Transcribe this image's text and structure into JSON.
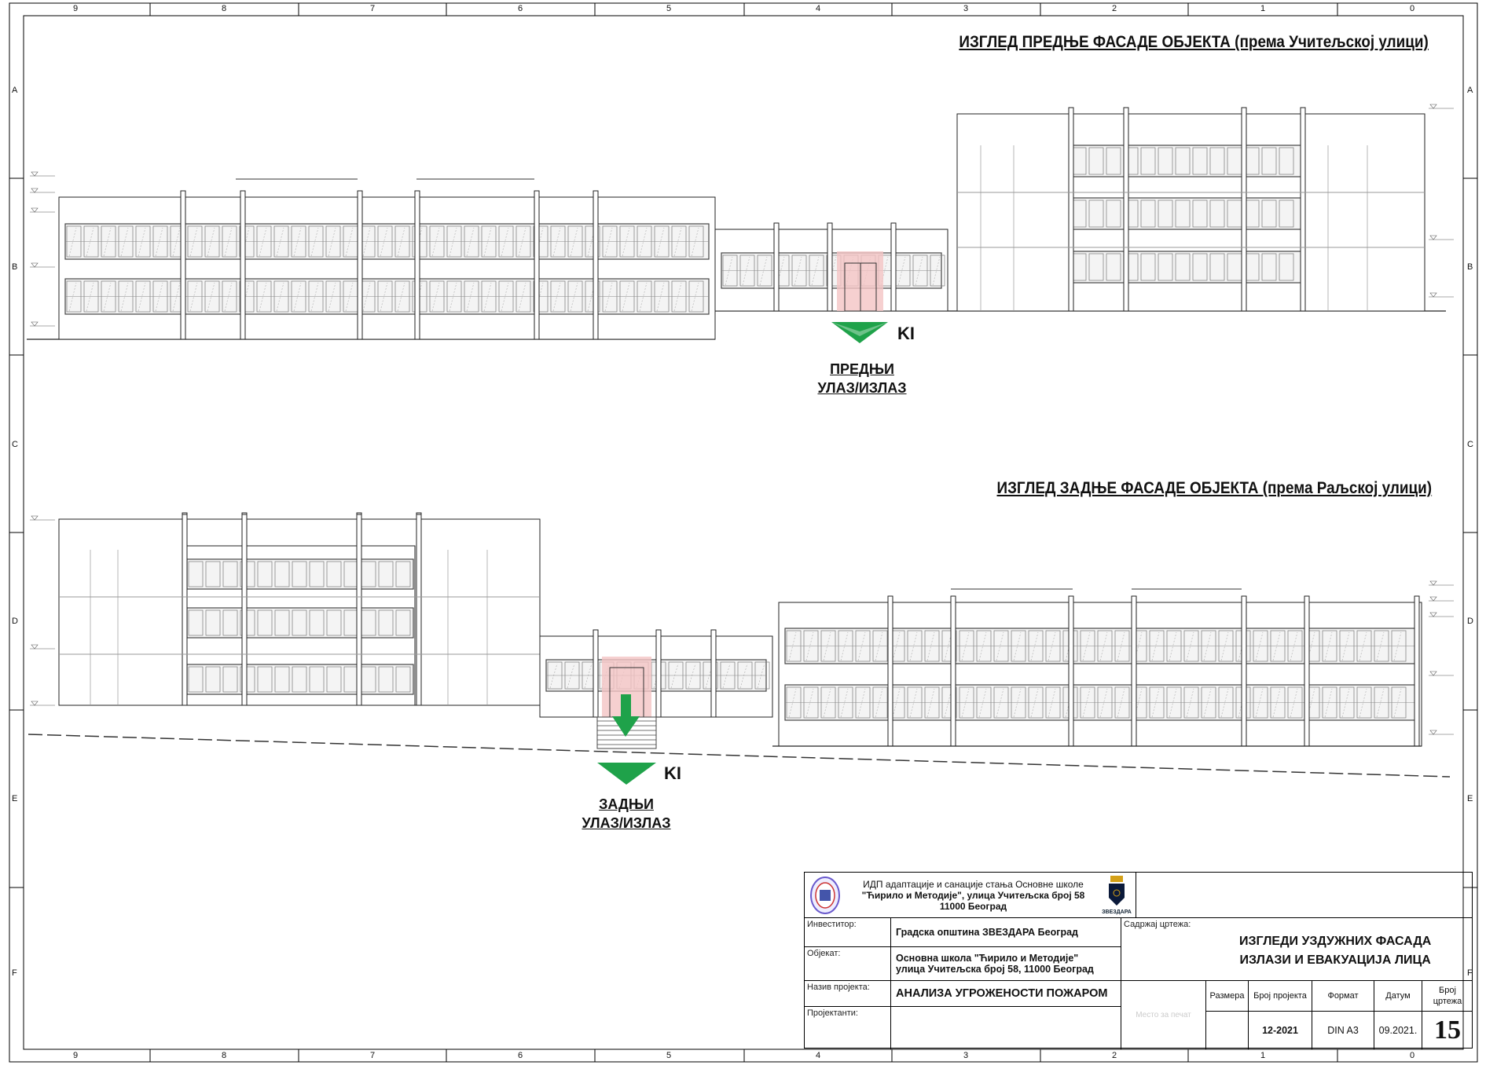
{
  "grid": {
    "columns": [
      "9",
      "8",
      "7",
      "6",
      "5",
      "4",
      "3",
      "2",
      "1",
      "0"
    ],
    "rows": [
      "A",
      "B",
      "C",
      "D",
      "E",
      "F"
    ]
  },
  "front_facade": {
    "title": "ИЗГЛЕД ПРЕДЊЕ ФАСАДЕ ОБЈЕКТА (према Учитељској улици)",
    "exit_marker": "KI",
    "exit_label_line1": "ПРЕДЊИ",
    "exit_label_line2": "УЛАЗ/ИЗЛАЗ"
  },
  "rear_facade": {
    "title": "ИЗГЛЕД ЗАДЊЕ ФАСАДЕ ОБЈЕКТА (према Раљској улици)",
    "exit_marker": "KI",
    "exit_label_line1": "ЗАДЊИ",
    "exit_label_line2": "УЛАЗ/ИЗЛАЗ"
  },
  "title_block": {
    "header_line1": "ИДП адаптације и санације стања Основне школе",
    "header_line2": "\"Ћирило и Методије\", улица Учитељска број 58",
    "header_line3": "11000 Београд",
    "municipality_logo_text": "ЗВЕЗДАРА",
    "investor_label": "Инвеститор:",
    "investor_value": "Градска општина ЗВЕЗДАРА Београд",
    "object_label": "Објекат:",
    "object_value_line1": "Основна школа \"Ћирило и Методије\"",
    "object_value_line2": "улица Учитељска број 58, 11000 Београд",
    "project_name_label": "Назив пројекта:",
    "project_name_value": "АНАЛИЗА УГРОЖЕНОСТИ ПОЖАРОМ",
    "designers_label": "Пројектанти:",
    "designers_value": "",
    "content_label": "Садржај цртежа:",
    "content_line1": "ИЗГЛЕДИ УЗДУЖНИХ ФАСАДА",
    "content_line2": "ИЗЛАЗИ И ЕВАКУАЦИЈА ЛИЦА",
    "stamp_placeholder": "Место за печат",
    "scale_label": "Размера",
    "scale_value": "",
    "project_no_label": "Број пројекта",
    "project_no_value": "12-2021",
    "format_label": "Формат",
    "format_value": "DIN A3",
    "date_label": "Датум",
    "date_value": "09.2021.",
    "drawing_no_label": "Број цртежа",
    "drawing_no_value": "15"
  },
  "colors": {
    "exit_green": "#1fa24a",
    "door_pink": "#f4c4c4"
  }
}
